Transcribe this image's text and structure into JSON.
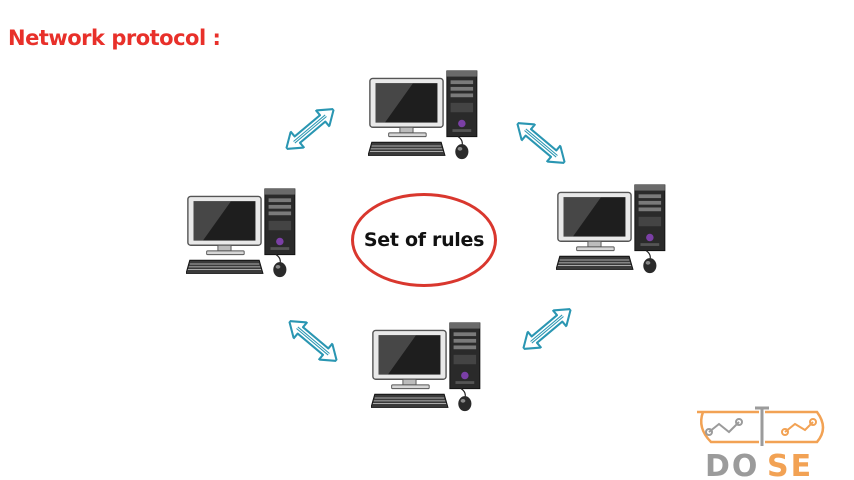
{
  "heading": "Network protocol :",
  "center_label": "Set of rules",
  "logo": {
    "text": "DOSE",
    "colors": {
      "gray": "#9b9b9b",
      "orange": "#f2a254"
    }
  },
  "colors": {
    "heading": "#e8302a",
    "ellipse": "#d9372e",
    "arrow": "#2a96b2"
  },
  "computers": [
    "top",
    "left",
    "right",
    "bottom"
  ],
  "connections": [
    "top-left",
    "top-right",
    "bottom-left",
    "bottom-right"
  ]
}
